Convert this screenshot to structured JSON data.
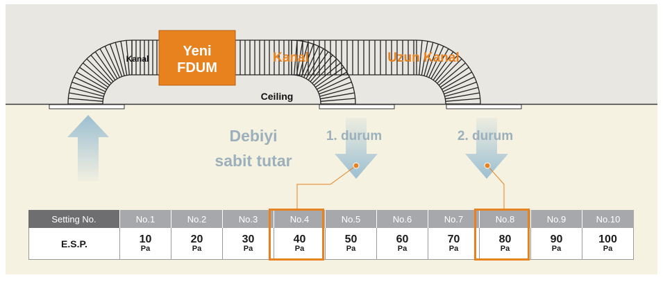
{
  "labels": {
    "kanal_small": "Kanal",
    "unit_name": "Yeni\nFDUM",
    "kanal_orange": "Kanal",
    "long_kanal": "Uzun Kanal",
    "ceiling": "Ceiling",
    "keeps_flow": "Debiyi\nsabit tutar",
    "case1": "1. durum",
    "case2": "2. durum"
  },
  "colors": {
    "wall": "#e9e7e2",
    "floor": "#f6f2e2",
    "accent": "#e8821f",
    "arrow": "#9cbfd1",
    "muted_text": "#9bb0bb"
  },
  "table": {
    "header_label": "Setting No.",
    "row_label": "E.S.P.",
    "settings": [
      "No.1",
      "No.2",
      "No.3",
      "No.4",
      "No.5",
      "No.6",
      "No.7",
      "No.8",
      "No.9",
      "No.10"
    ],
    "values": [
      "10",
      "20",
      "30",
      "40",
      "50",
      "60",
      "70",
      "80",
      "90",
      "100"
    ],
    "unit": "Pa",
    "highlighted": [
      "No.4",
      "No.8"
    ]
  }
}
